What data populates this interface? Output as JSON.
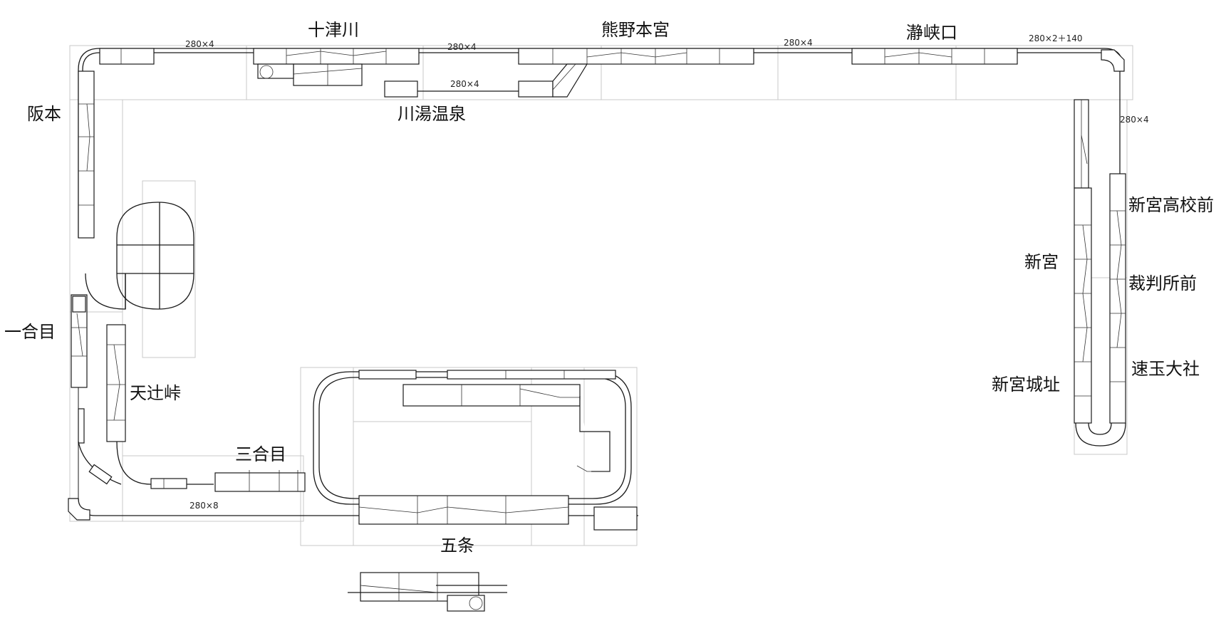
{
  "diagram": {
    "stations": [
      {
        "id": "totsukawa",
        "label": "十津川"
      },
      {
        "id": "kumano_hongu",
        "label": "熊野本宮"
      },
      {
        "id": "dorokyo_guchi",
        "label": "瀞峡口"
      },
      {
        "id": "kawayu_onsen",
        "label": "川湯温泉"
      },
      {
        "id": "sakamoto",
        "label": "阪本"
      },
      {
        "id": "ichigome",
        "label": "一合目"
      },
      {
        "id": "tentsuji_toge",
        "label": "天辻峠"
      },
      {
        "id": "sangome",
        "label": "三合目"
      },
      {
        "id": "gojo",
        "label": "五条"
      },
      {
        "id": "shingu",
        "label": "新宮"
      },
      {
        "id": "shingu_jouato",
        "label": "新宮城址"
      },
      {
        "id": "shingu_koukoumae",
        "label": "新宮高校前"
      },
      {
        "id": "saibansho_mae",
        "label": "裁判所前"
      },
      {
        "id": "hayatama_taisha",
        "label": "速玉大社"
      }
    ],
    "dimensions": [
      {
        "id": "top_left",
        "label": "280×4"
      },
      {
        "id": "top_mid1",
        "label": "280×4"
      },
      {
        "id": "top_mid2",
        "label": "280×4"
      },
      {
        "id": "top_right",
        "label": "280×2＋140"
      },
      {
        "id": "branch",
        "label": "280×4"
      },
      {
        "id": "right_side",
        "label": "280×4"
      },
      {
        "id": "bottom",
        "label": "280×8"
      }
    ]
  }
}
